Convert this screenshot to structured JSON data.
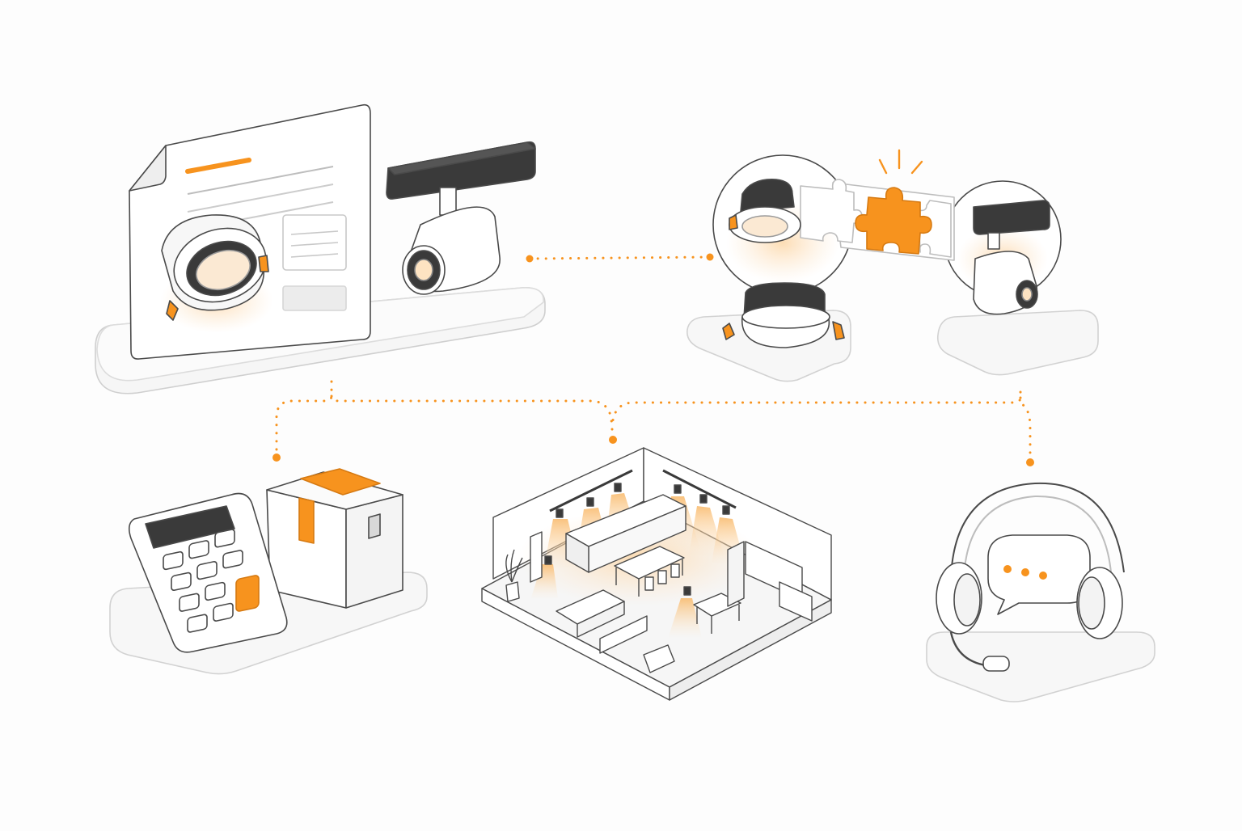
{
  "diagram": {
    "style": "isometric line illustration with orange accents",
    "colors": {
      "accent": "#f7931e",
      "line": "#4a4a4a",
      "dark": "#3a3a3a",
      "panel": "#ffffff",
      "platform": "#f4f4f4",
      "glow": "#fde3c2"
    },
    "nodes": [
      {
        "id": "catalog",
        "icon": "product-catalog-icon"
      },
      {
        "id": "compatibility",
        "icon": "puzzle-compatibility-icon"
      },
      {
        "id": "quote",
        "icon": "calculator-box-icon"
      },
      {
        "id": "layout",
        "icon": "floor-plan-icon"
      },
      {
        "id": "support",
        "icon": "headset-support-icon"
      }
    ],
    "connectors": [
      {
        "from": "catalog",
        "to": "compatibility"
      },
      {
        "from": "catalog",
        "to": "quote"
      },
      {
        "from": "catalog",
        "to": "layout"
      },
      {
        "from": "compatibility",
        "to": "layout"
      },
      {
        "from": "compatibility",
        "to": "support"
      }
    ]
  }
}
